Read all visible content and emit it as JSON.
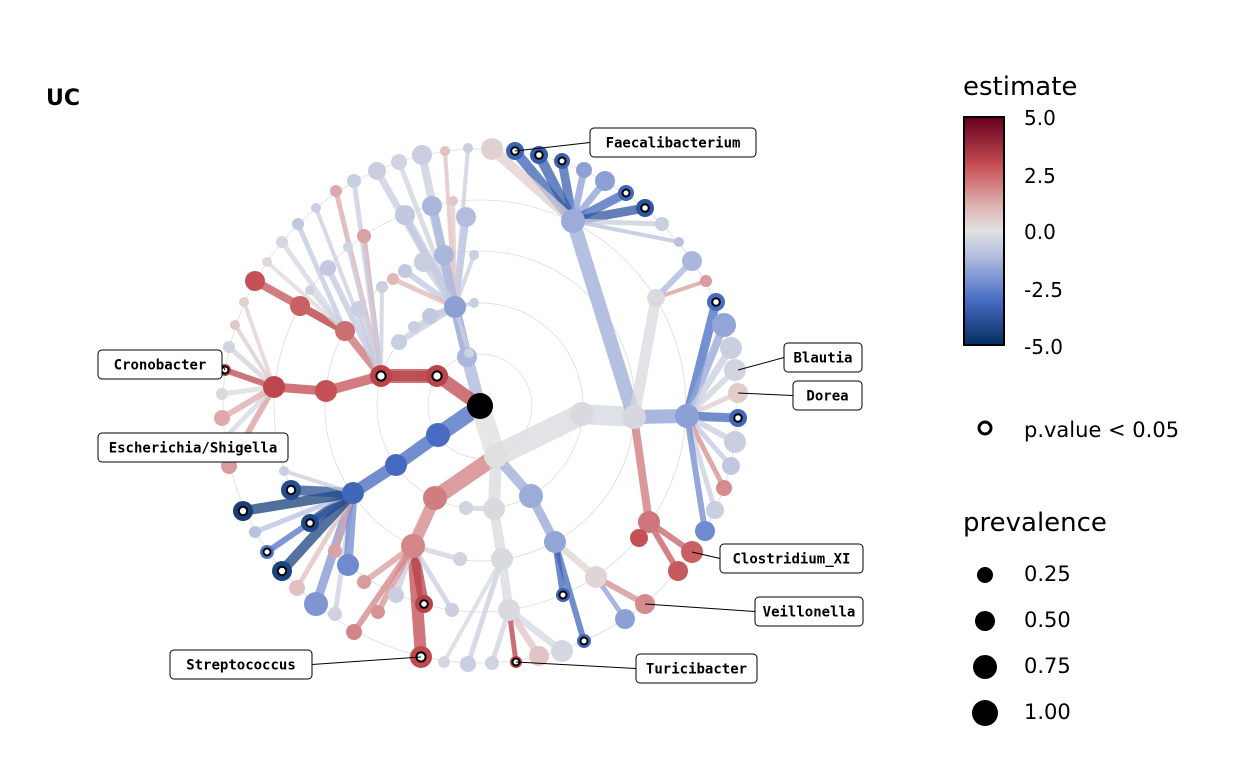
{
  "panel": {
    "title": "UC"
  },
  "labels": [
    {
      "id": "faecalibacterium",
      "text": "Faecalibacterium"
    },
    {
      "id": "blautia",
      "text": "Blautia"
    },
    {
      "id": "dorea",
      "text": "Dorea"
    },
    {
      "id": "cronobacter",
      "text": "Cronobacter"
    },
    {
      "id": "escherichia",
      "text": "Escherichia/Shigella"
    },
    {
      "id": "clostridium",
      "text": "Clostridium_XI"
    },
    {
      "id": "veillonella",
      "text": "Veillonella"
    },
    {
      "id": "streptococcus",
      "text": "Streptococcus"
    },
    {
      "id": "turicibacter",
      "text": "Turicibacter"
    }
  ],
  "legend": {
    "estimate_title": "estimate",
    "estimate_ticks": [
      "5.0",
      "2.5",
      "0.0",
      "-2.5",
      "-5.0"
    ],
    "pvalue_label": "p.value < 0.05",
    "prevalence_title": "prevalence",
    "prevalence_ticks": [
      "0.25",
      "0.50",
      "0.75",
      "1.00"
    ]
  },
  "colors": {
    "positive": "#67001f",
    "neutral": "#e0e0e0",
    "negative": "#053061",
    "root": "#000000"
  }
}
